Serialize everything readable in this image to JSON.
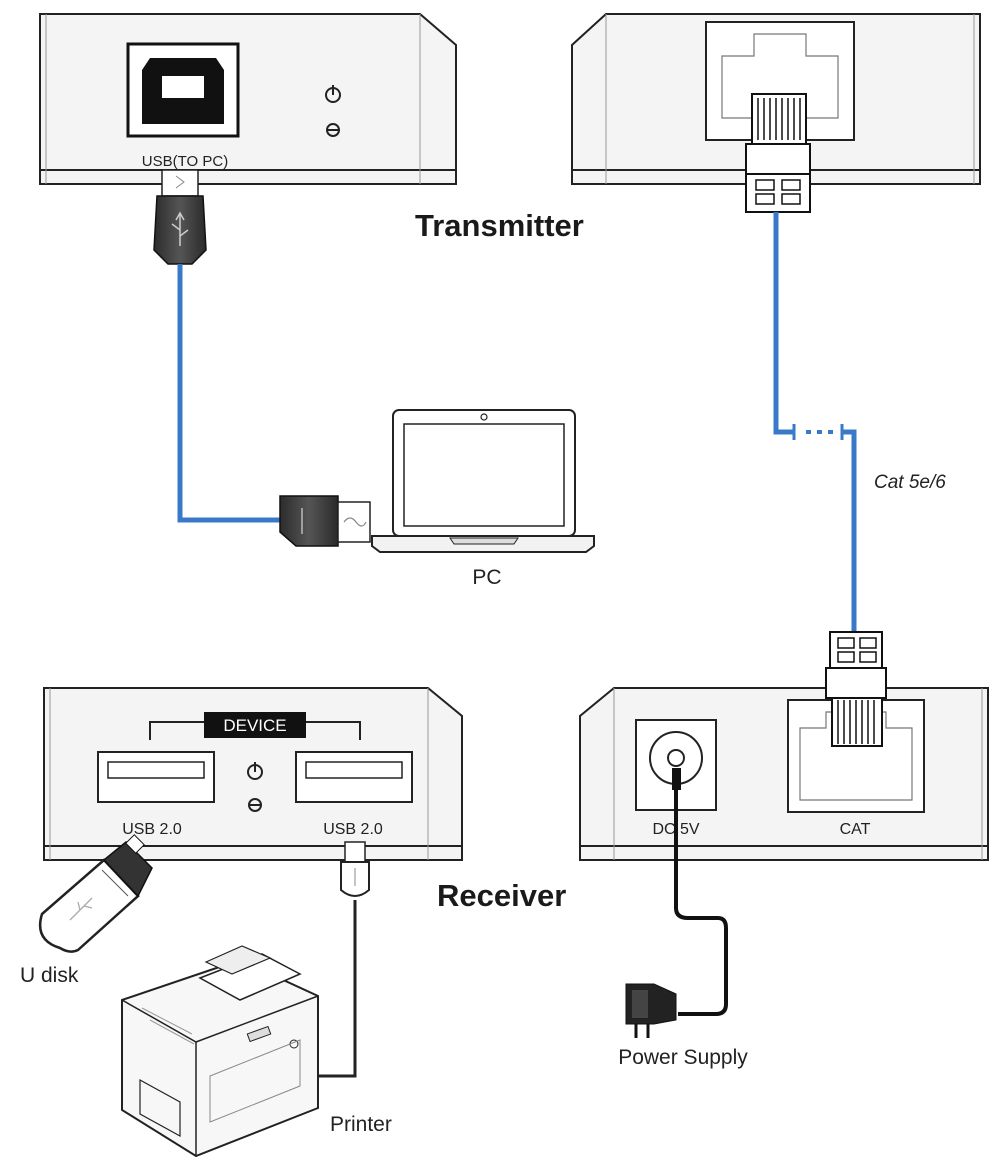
{
  "transmitter": {
    "title": "Transmitter",
    "usb_port_label": "USB(TO PC)"
  },
  "receiver": {
    "title": "Receiver",
    "device_label": "DEVICE",
    "usb_port_1_label": "USB 2.0",
    "usb_port_2_label": "USB 2.0",
    "dc_label": "DC 5V",
    "cat_label": "CAT"
  },
  "cable": {
    "label": "Cat 5e/6",
    "color": "#3a78c9"
  },
  "devices": {
    "pc_label": "PC",
    "udisk_label": "U disk",
    "printer_label": "Printer",
    "power_supply_label": "Power Supply"
  }
}
